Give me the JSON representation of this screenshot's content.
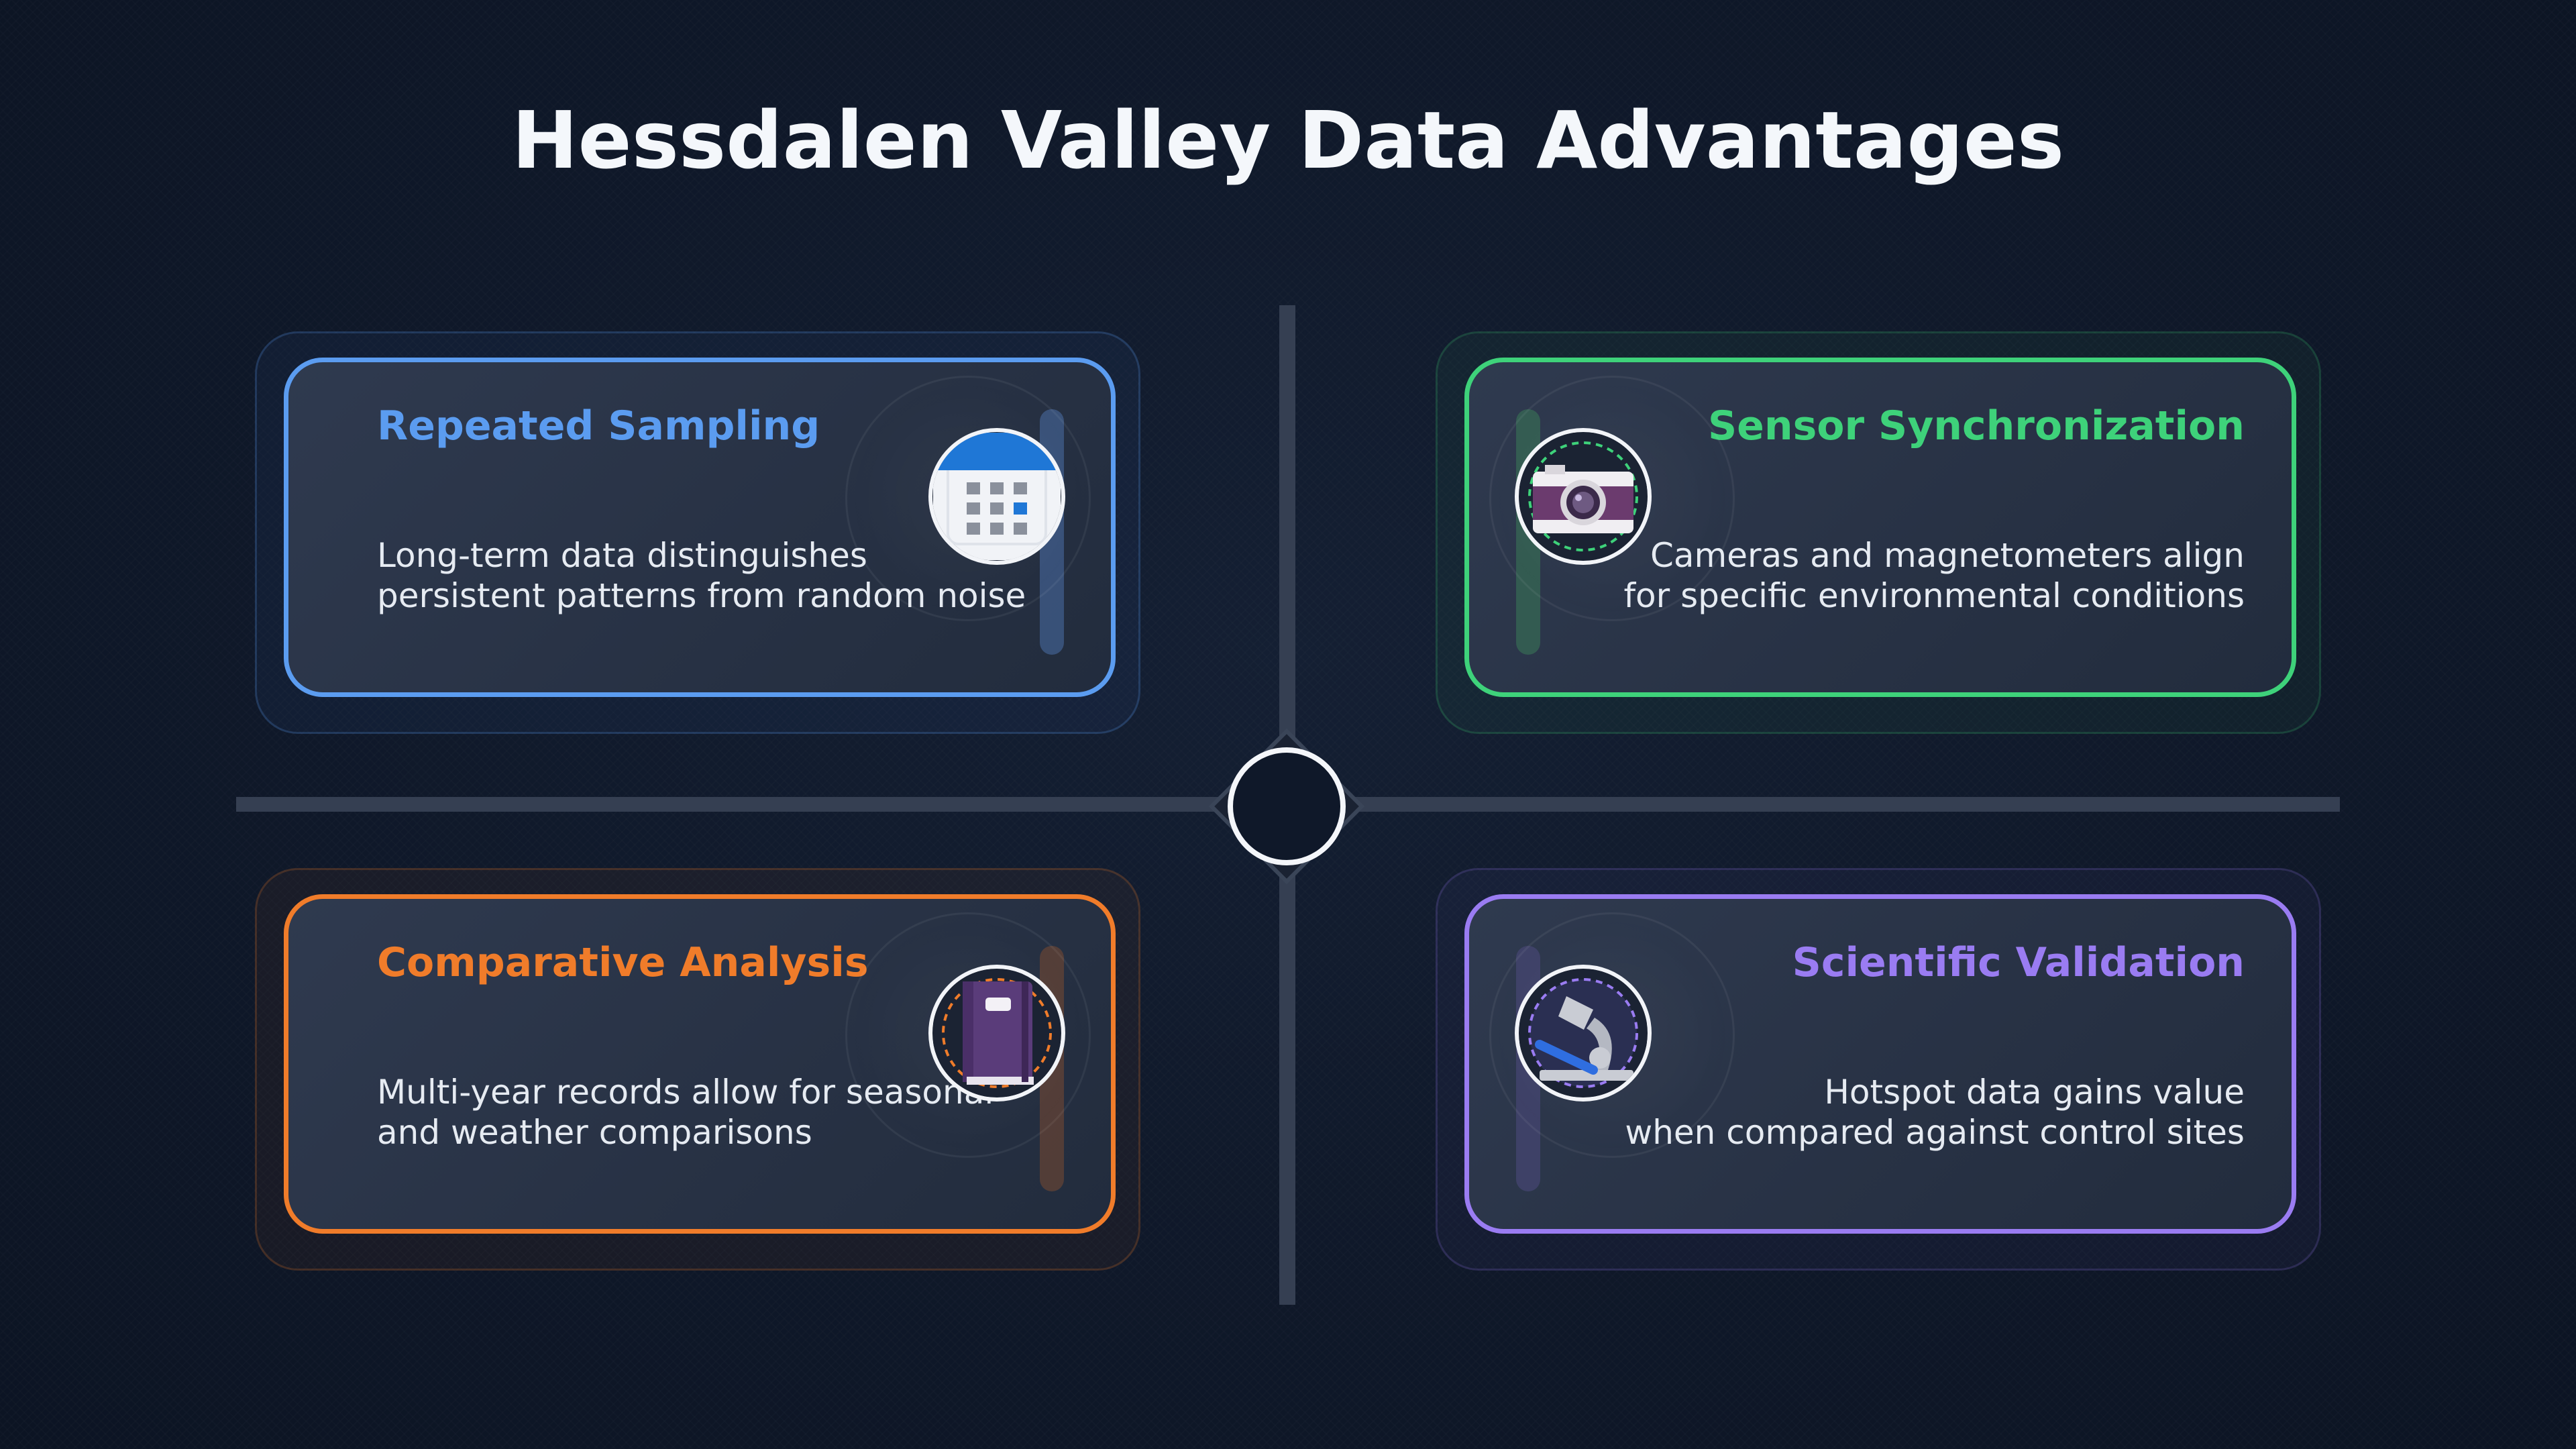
{
  "title": "Hessdalen Valley Data Advantages",
  "colors": {
    "blue": "#5b9cf0",
    "green": "#3ed27a",
    "orange": "#f07c2a",
    "purple": "#9a7cf2"
  },
  "cards": [
    {
      "title": "Repeated Sampling",
      "desc_line1": "Long-term data distinguishes",
      "desc_line2": "persistent patterns from random noise",
      "icon": "calendar-icon"
    },
    {
      "title": "Sensor Synchronization",
      "desc_line1": "Cameras and magnetometers align",
      "desc_line2": "for specific environmental conditions",
      "icon": "camera-icon"
    },
    {
      "title": "Comparative Analysis",
      "desc_line1": "Multi-year records allow for seasonal",
      "desc_line2": "and weather comparisons",
      "icon": "notebook-icon"
    },
    {
      "title": "Scientific Validation",
      "desc_line1": "Hotspot data gains value",
      "desc_line2": "when compared against control sites",
      "icon": "microscope-icon"
    }
  ]
}
